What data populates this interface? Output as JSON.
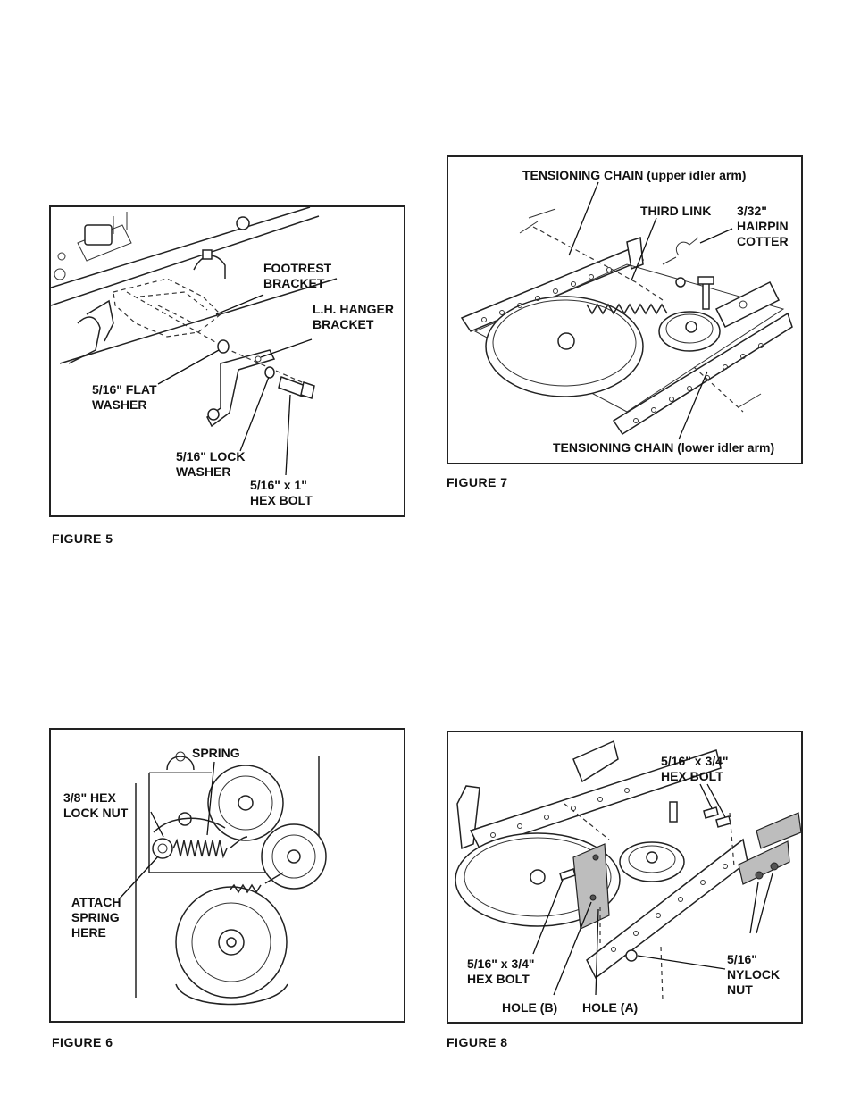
{
  "fig5": {
    "caption": "FIGURE 5",
    "labels": {
      "footrest": [
        "FOOTREST",
        "BRACKET"
      ],
      "hanger": [
        "L.H. HANGER",
        "BRACKET"
      ],
      "flat_washer": [
        "5/16\" FLAT",
        "WASHER"
      ],
      "lock_washer": [
        "5/16\" LOCK",
        "WASHER"
      ],
      "hex_bolt": [
        "5/16\" x 1\"",
        "HEX BOLT"
      ]
    }
  },
  "fig6": {
    "caption": "FIGURE 6",
    "labels": {
      "spring": "SPRING",
      "lock_nut": [
        "3/8\" HEX",
        "LOCK NUT"
      ],
      "attach": [
        "ATTACH",
        "SPRING",
        "HERE"
      ]
    }
  },
  "fig7": {
    "caption": "FIGURE 7",
    "labels": {
      "chain_upper": "TENSIONING CHAIN (upper idler arm)",
      "third_link": "THIRD LINK",
      "hairpin": [
        "3/32\"",
        "HAIRPIN",
        "COTTER"
      ],
      "chain_lower": "TENSIONING CHAIN (lower idler arm)"
    }
  },
  "fig8": {
    "caption": "FIGURE 8",
    "labels": {
      "hex_bolt_top": [
        "5/16\" x 3/4\"",
        "HEX BOLT"
      ],
      "hex_bolt_left": [
        "5/16\" x 3/4\"",
        "HEX BOLT"
      ],
      "nylock": [
        "5/16\"",
        "NYLOCK",
        "NUT"
      ],
      "hole_b": "HOLE (B)",
      "hole_a": "HOLE (A)"
    }
  }
}
